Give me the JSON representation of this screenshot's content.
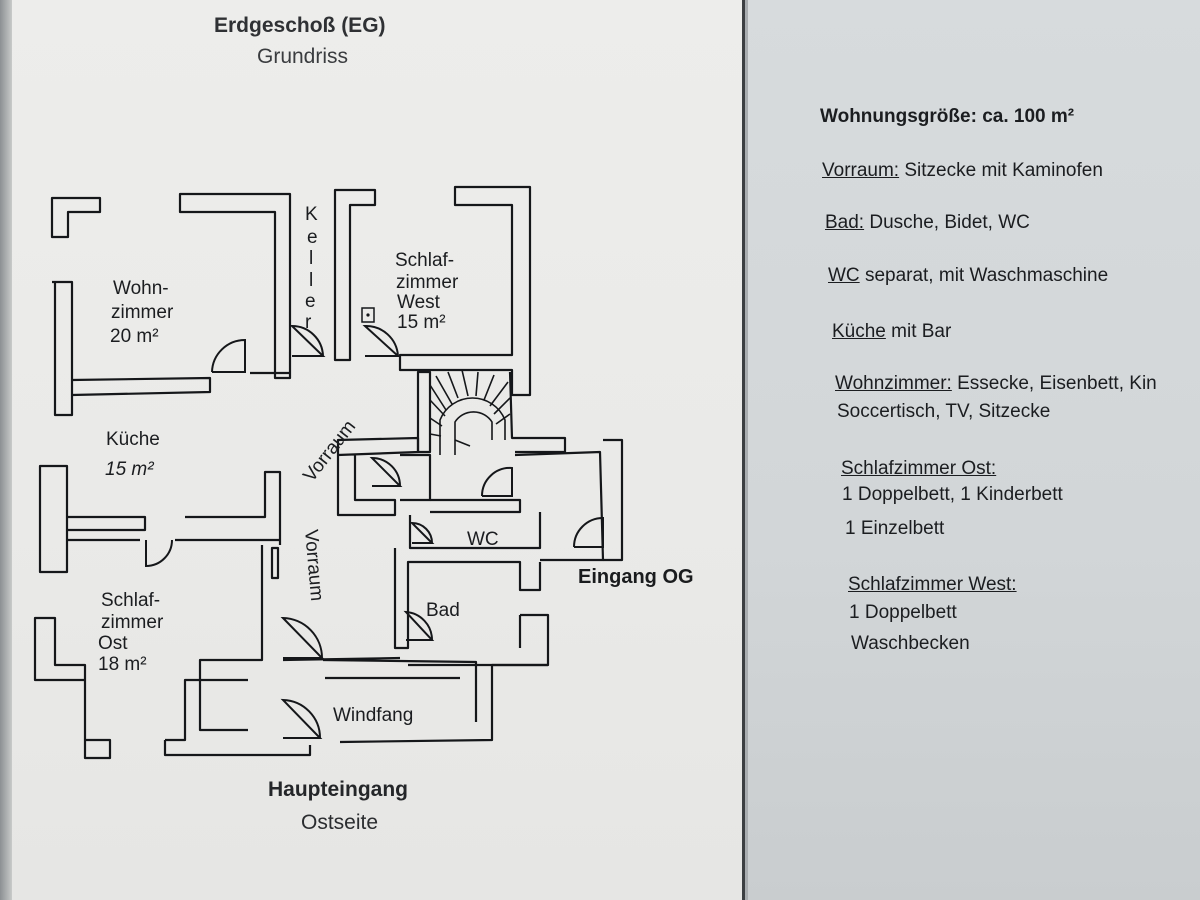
{
  "header": {
    "title": "Erdgeschoß (EG)",
    "subtitle": "Grundriss"
  },
  "rooms": {
    "wohnzimmer_1": "Wohn-",
    "wohnzimmer_2": "zimmer",
    "wohnzimmer_3": "20 m²",
    "kueche_1": "Küche",
    "kueche_2": "15 m²",
    "keller": [
      "K",
      "e",
      "l",
      "l",
      "e",
      "r"
    ],
    "schlaf_west_1": "Schlaf-",
    "schlaf_west_2": "zimmer",
    "schlaf_west_3": "West",
    "schlaf_west_4": "15 m²",
    "vorraum_top": "Vorraum",
    "vorraum_bottom": "Vorraum",
    "wc": "WC",
    "bad": "Bad",
    "windfang": "Windfang",
    "schlaf_ost_1": "Schlaf-",
    "schlaf_ost_2": "zimmer",
    "schlaf_ost_3": "Ost",
    "schlaf_ost_4": "18 m²"
  },
  "entrances": {
    "main": "Haupteingang",
    "main_side": "Ostseite",
    "upper": "Eingang OG"
  },
  "info": {
    "size_label": "Wohnungsgröße:",
    "size_value": "ca. 100 m²",
    "vorraum_label": "Vorraum:",
    "vorraum_value": "Sitzecke mit Kaminofen",
    "bad_label": "Bad:",
    "bad_value": "Dusche, Bidet, WC",
    "wc_label": "WC",
    "wc_value": "separat, mit Waschmaschine",
    "kueche_label": "Küche",
    "kueche_value": "mit Bar",
    "wohn_label": "Wohnzimmer:",
    "wohn_value": "Essecke, Eisenbett, Kin",
    "wohn_value_2": "Soccertisch, TV, Sitzecke",
    "ost_label": "Schlafzimmer Ost:",
    "ost_line1": "1 Doppelbett, 1 Kinderbett",
    "ost_line2": "1 Einzelbett",
    "west_label": "Schlafzimmer West:",
    "west_line1": "1 Doppelbett",
    "west_line2": "Waschbecken"
  }
}
